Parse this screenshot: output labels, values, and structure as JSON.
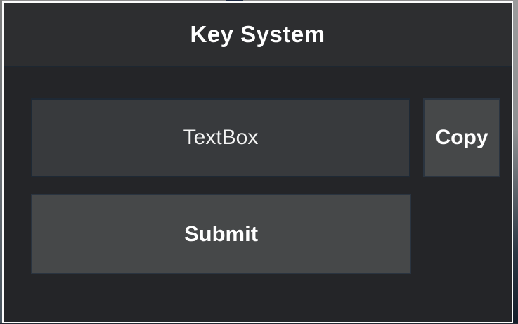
{
  "dialog": {
    "title": "Key System"
  },
  "key_input": {
    "value": "TextBox"
  },
  "buttons": {
    "copy_label": "Copy",
    "submit_label": "Submit"
  },
  "colors": {
    "outer_border": "#fcfcfc",
    "title_bar_bg": "#2d2e30",
    "body_bg": "#242528",
    "divider": "#1d2731",
    "textbox_bg": "#383a3d",
    "textbox_border": "#1e2935",
    "button_bg": "#464849",
    "button_border": "#2a3440",
    "text_color": "#ffffff",
    "page_edge_gray": "#8d8d8d",
    "page_edge_navy": "#1e2a44"
  }
}
